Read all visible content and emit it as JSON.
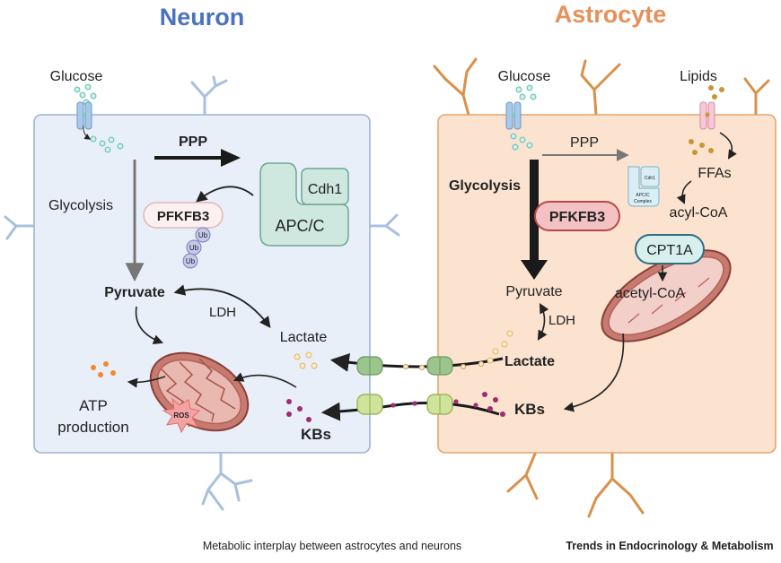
{
  "titles": {
    "neuron": "Neuron",
    "astrocyte": "Astrocyte"
  },
  "neuron": {
    "glucose": "Glucose",
    "ppp": "PPP",
    "glycolysis": "Glycolysis",
    "pfkfb3": "PFKFB3",
    "ub": "Ub",
    "cdh1": "Cdh1",
    "apcc": "APC/C",
    "pyruvate": "Pyruvate",
    "ldh": "LDH",
    "lactate": "Lactate",
    "atp_line1": "ATP",
    "atp_line2": "production",
    "ros": "ROS",
    "kbs": "KBs"
  },
  "astrocyte": {
    "glucose": "Glucose",
    "lipids": "Lipids",
    "ppp": "PPP",
    "cdh1_small": "Cdh1",
    "apcc_small_line1": "APC/C",
    "apcc_small_line2": "Complex",
    "ffas": "FFAs",
    "glycolysis": "Glycolysis",
    "pfkfb3": "PFKFB3",
    "acyl_coa": "acyl-CoA",
    "cpt1a": "CPT1A",
    "acetyl_coa": "acetyl-CoA",
    "pyruvate": "Pyruvate",
    "ldh": "LDH",
    "lactate": "Lactate",
    "kbs": "KBs"
  },
  "footer": {
    "caption": "Metabolic interplay between astrocytes and neurons",
    "journal": "Trends in Endocrinology & Metabolism"
  },
  "colors": {
    "neuron_fill": "#e9eff8",
    "neuron_border": "#9db4d6",
    "neuron_title": "#4a72c0",
    "astro_fill": "#fbe3cf",
    "astro_border": "#e7a46c",
    "astro_title": "#e8905a",
    "glucose_dot": "#7ccbc0",
    "lipid_dot": "#c89632",
    "mito": "#b9655d",
    "kb_dot": "#a02c70",
    "transporter_green": "#9cc48d"
  }
}
